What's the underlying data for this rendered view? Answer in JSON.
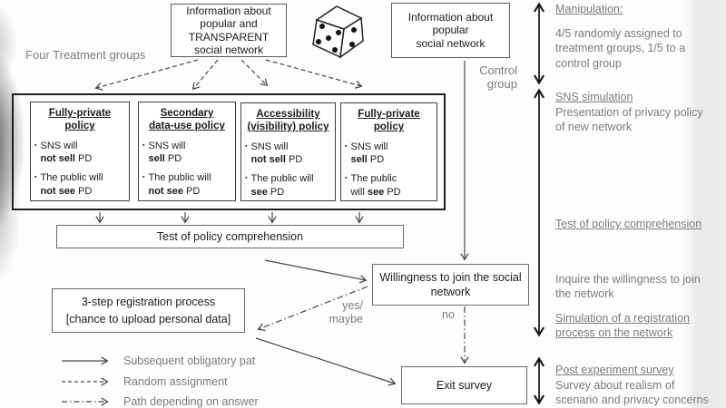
{
  "colors": {
    "line_gray": "#474747",
    "arrow_black": "#111111",
    "annotation_gray": "#7c7c7c",
    "box_border": "#5a5a5a"
  },
  "top": {
    "treatment_groups_label": "Four Treatment groups",
    "transparent_box_text": "Information about\npopular and\nTRANSPARENT\nsocial network",
    "control_box_text": "Information about\npopular\nsocial network",
    "control_group_label": "Control\ngroup"
  },
  "policies": [
    {
      "title": "Fully-private\npolicy",
      "bullets": [
        {
          "line1": "SNS will",
          "line2_pre": "",
          "line2_bold": "not sell",
          "line2_post": " PD"
        },
        {
          "line1": "The public will",
          "line2_pre": "",
          "line2_bold": "not see",
          "line2_post": " PD"
        }
      ]
    },
    {
      "title": "Secondary\ndata-use policy",
      "bullets": [
        {
          "line1": "SNS will",
          "line2_pre": "",
          "line2_bold": "sell",
          "line2_post": " PD"
        },
        {
          "line1": "The public will",
          "line2_pre": "",
          "line2_bold": "not see",
          "line2_post": " PD"
        }
      ]
    },
    {
      "title": "Accessibility\n(visibility) policy",
      "bullets": [
        {
          "line1": "SNS will",
          "line2_pre": "",
          "line2_bold": "not sell",
          "line2_post": " PD"
        },
        {
          "line1": "The public will",
          "line2_pre": "",
          "line2_bold": "see",
          "line2_post": " PD"
        }
      ]
    },
    {
      "title": "Fully-private\npolicy",
      "bullets": [
        {
          "line1": "SNS will",
          "line2_pre": "",
          "line2_bold": "sell",
          "line2_post": " PD"
        },
        {
          "line1": "The public",
          "line2_pre": "will ",
          "line2_bold": "see",
          "line2_post": " PD"
        }
      ]
    }
  ],
  "flow": {
    "test_box": "Test of policy comprehension",
    "registration_box": "3-step registration process\n[chance to upload personal data]",
    "willingness_box": "Willingness to join the social\nnetwork",
    "exit_box": "Exit survey",
    "yes_label": "yes/\nmaybe",
    "no_label": "no"
  },
  "annotations": {
    "manipulation_title": "Manipulation:",
    "manipulation_body": "4/5 randomly assigned to\ntreatment groups, 1/5 to a\ncontrol group",
    "sns_title": "SNS simulation",
    "sns_body": "Presentation of privacy policy\nof new network",
    "test_label": "Test of policy comprehension",
    "inquire_label": "Inquire the willingness to join\nthe network",
    "registration_label": "Simulation of a registration\nprocess on the network",
    "post_title": "Post experiment survey",
    "post_body": "Survey about realism of\nscenario and privacy concerns"
  },
  "legend": {
    "items": [
      {
        "style": "solid",
        "label": "Subsequent obligatory pat"
      },
      {
        "style": "dashed",
        "label": "Random assignment"
      },
      {
        "style": "dashdot",
        "label": "Path depending on answer"
      }
    ]
  }
}
